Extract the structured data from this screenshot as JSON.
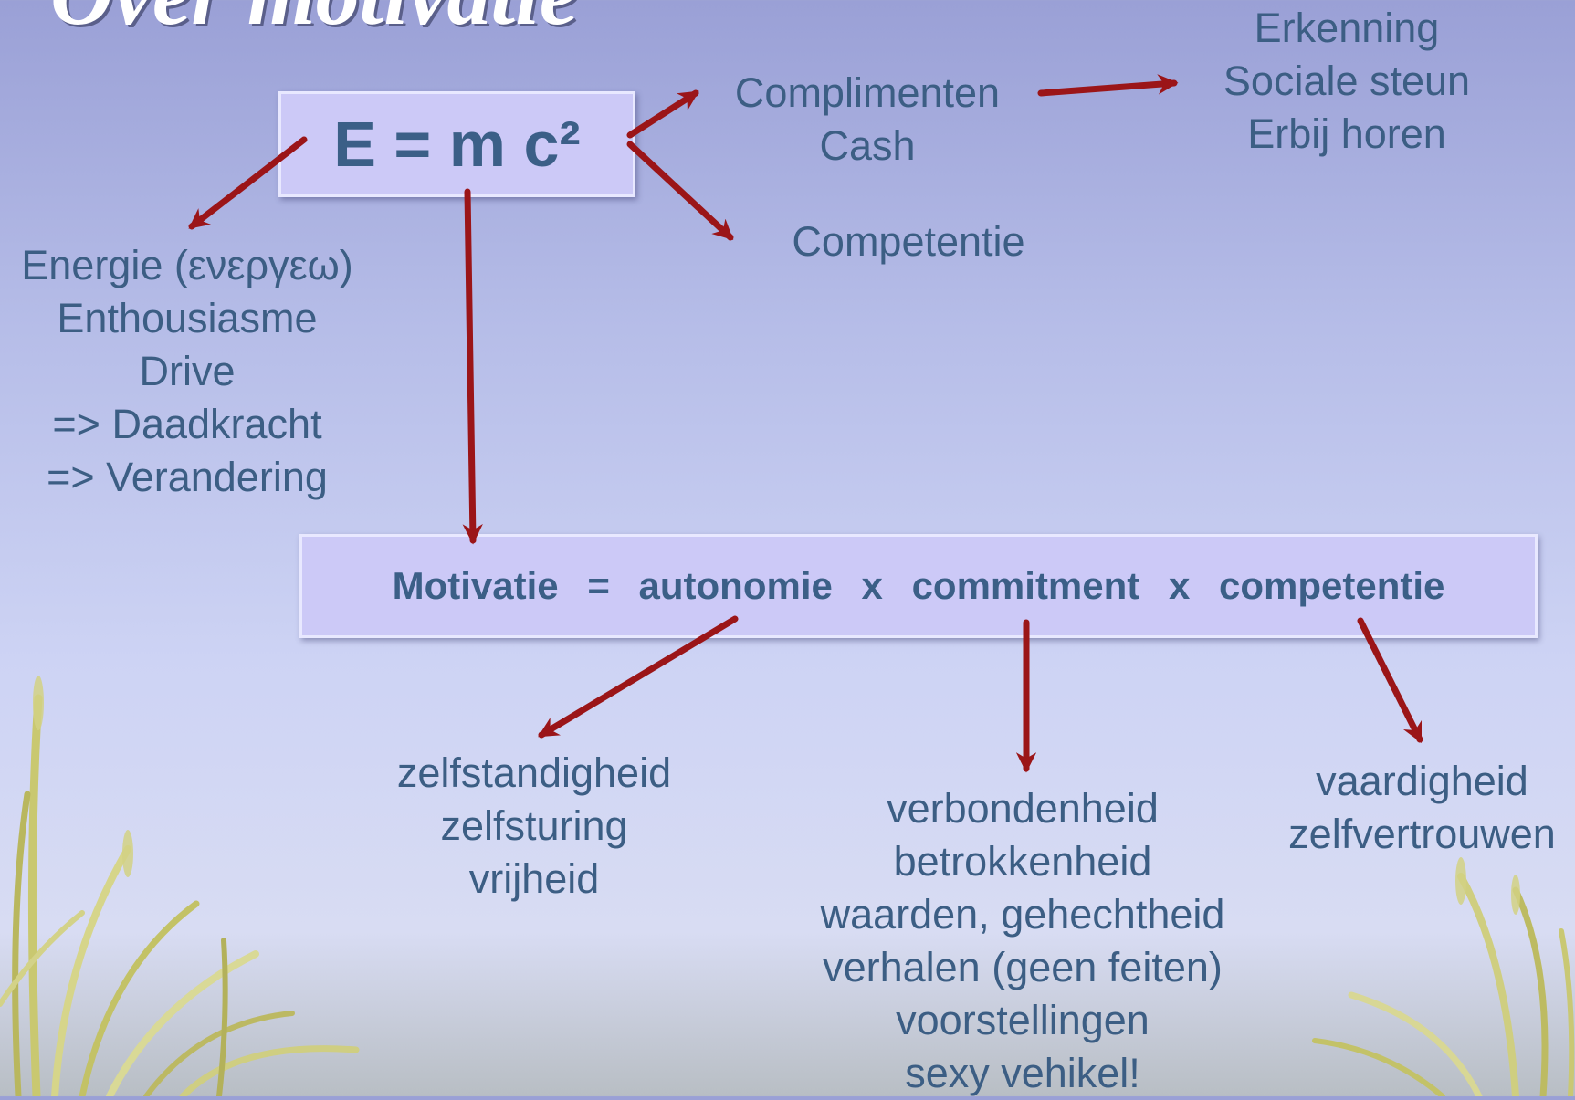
{
  "title": "Over motivatie",
  "einstein": {
    "E": "E",
    "eq": "=",
    "m": "m",
    "c": "c²"
  },
  "extrinsic": {
    "line1": "Complimenten",
    "line2": "Cash"
  },
  "intrinsic_social": {
    "line1": "Erkenning",
    "line2": "Sociale steun",
    "line3": "Erbij horen"
  },
  "competence_note": "Competentie",
  "energy": {
    "line1": "Energie (ενεργεω)",
    "line2": "Enthousiasme",
    "line3": "Drive",
    "line4": "=> Daadkracht",
    "line5": "=> Verandering"
  },
  "formula": {
    "lhs": "Motivatie",
    "eq": "=",
    "term1": "autonomie",
    "op1": "x",
    "term2": "commitment",
    "op2": "x",
    "term3": "competentie"
  },
  "autonomy": {
    "line1": "zelfstandigheid",
    "line2": "zelfsturing",
    "line3": "vrijheid"
  },
  "commitment": {
    "line1": "verbondenheid",
    "line2": "betrokkenheid",
    "line3": "waarden, gehechtheid",
    "line4": "verhalen (geen feiten)",
    "line5": "voorstellingen",
    "line6": "sexy vehikel!"
  },
  "competence": {
    "line1": "vaardigheid",
    "line2": "zelfvertrouwen"
  },
  "colors": {
    "arrow": "#9b1518",
    "text": "#3c5e84",
    "box_fill": "#ccc9f7"
  }
}
